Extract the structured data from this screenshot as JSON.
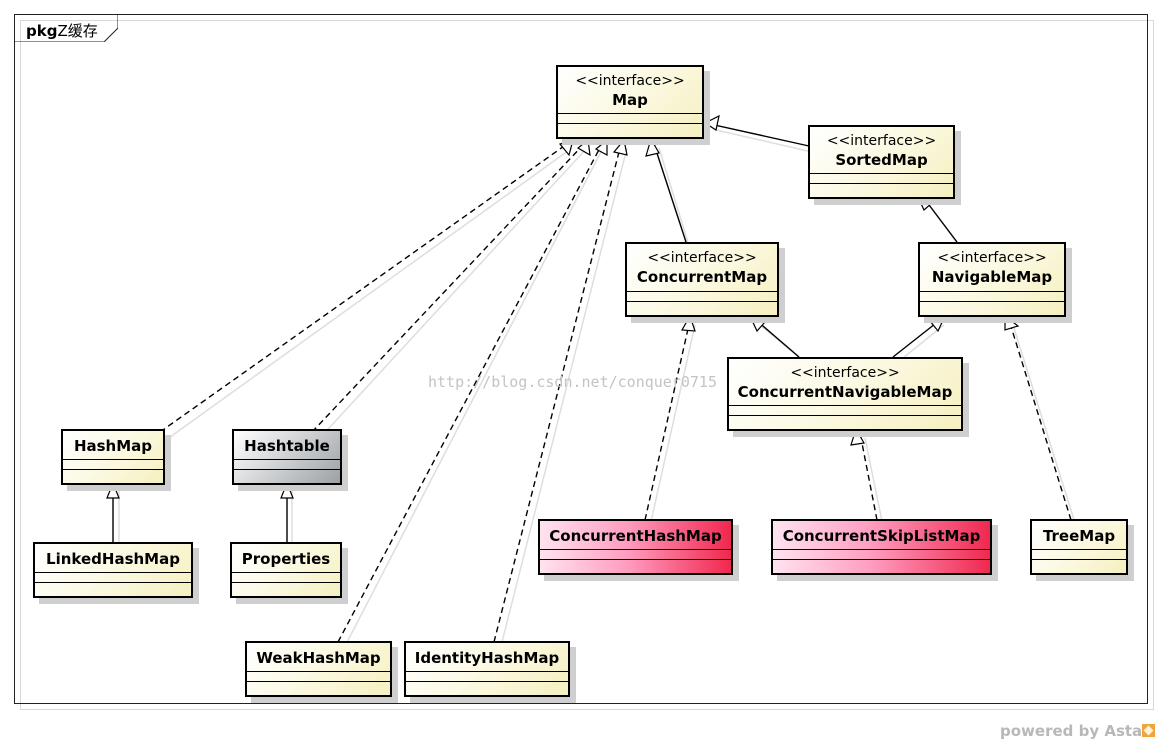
{
  "package": {
    "keyword": "pkg",
    "name": "Z缓存"
  },
  "watermark": "http://blog.csdn.net/conquer0715",
  "footer": {
    "text": "powered by Astah"
  },
  "stereotype_text": "<<interface>>",
  "classes": {
    "map": {
      "name": "Map",
      "stereotype": "<<interface>>"
    },
    "sorted_map": {
      "name": "SortedMap",
      "stereotype": "<<interface>>"
    },
    "concurrent_map": {
      "name": "ConcurrentMap",
      "stereotype": "<<interface>>"
    },
    "navigable_map": {
      "name": "NavigableMap",
      "stereotype": "<<interface>>"
    },
    "concurrent_navigable_map": {
      "name": "ConcurrentNavigableMap",
      "stereotype": "<<interface>>"
    },
    "hash_map": {
      "name": "HashMap"
    },
    "hashtable": {
      "name": "Hashtable"
    },
    "linked_hash_map": {
      "name": "LinkedHashMap"
    },
    "properties": {
      "name": "Properties"
    },
    "weak_hash_map": {
      "name": "WeakHashMap"
    },
    "identity_hash_map": {
      "name": "IdentityHashMap"
    },
    "concurrent_hash_map": {
      "name": "ConcurrentHashMap"
    },
    "concurrent_skip_list_map": {
      "name": "ConcurrentSkipListMap"
    },
    "tree_map": {
      "name": "TreeMap"
    }
  },
  "relations": [
    {
      "from": "sorted_map",
      "to": "map",
      "kind": "generalization"
    },
    {
      "from": "concurrent_map",
      "to": "map",
      "kind": "generalization"
    },
    {
      "from": "navigable_map",
      "to": "sorted_map",
      "kind": "generalization"
    },
    {
      "from": "concurrent_navigable_map",
      "to": "concurrent_map",
      "kind": "generalization"
    },
    {
      "from": "concurrent_navigable_map",
      "to": "navigable_map",
      "kind": "generalization"
    },
    {
      "from": "linked_hash_map",
      "to": "hash_map",
      "kind": "generalization"
    },
    {
      "from": "properties",
      "to": "hashtable",
      "kind": "generalization"
    },
    {
      "from": "hash_map",
      "to": "map",
      "kind": "realization"
    },
    {
      "from": "hashtable",
      "to": "map",
      "kind": "realization"
    },
    {
      "from": "weak_hash_map",
      "to": "map",
      "kind": "realization"
    },
    {
      "from": "identity_hash_map",
      "to": "map",
      "kind": "realization"
    },
    {
      "from": "concurrent_hash_map",
      "to": "concurrent_map",
      "kind": "realization"
    },
    {
      "from": "concurrent_skip_list_map",
      "to": "concurrent_navigable_map",
      "kind": "realization"
    },
    {
      "from": "tree_map",
      "to": "navigable_map",
      "kind": "realization"
    }
  ]
}
